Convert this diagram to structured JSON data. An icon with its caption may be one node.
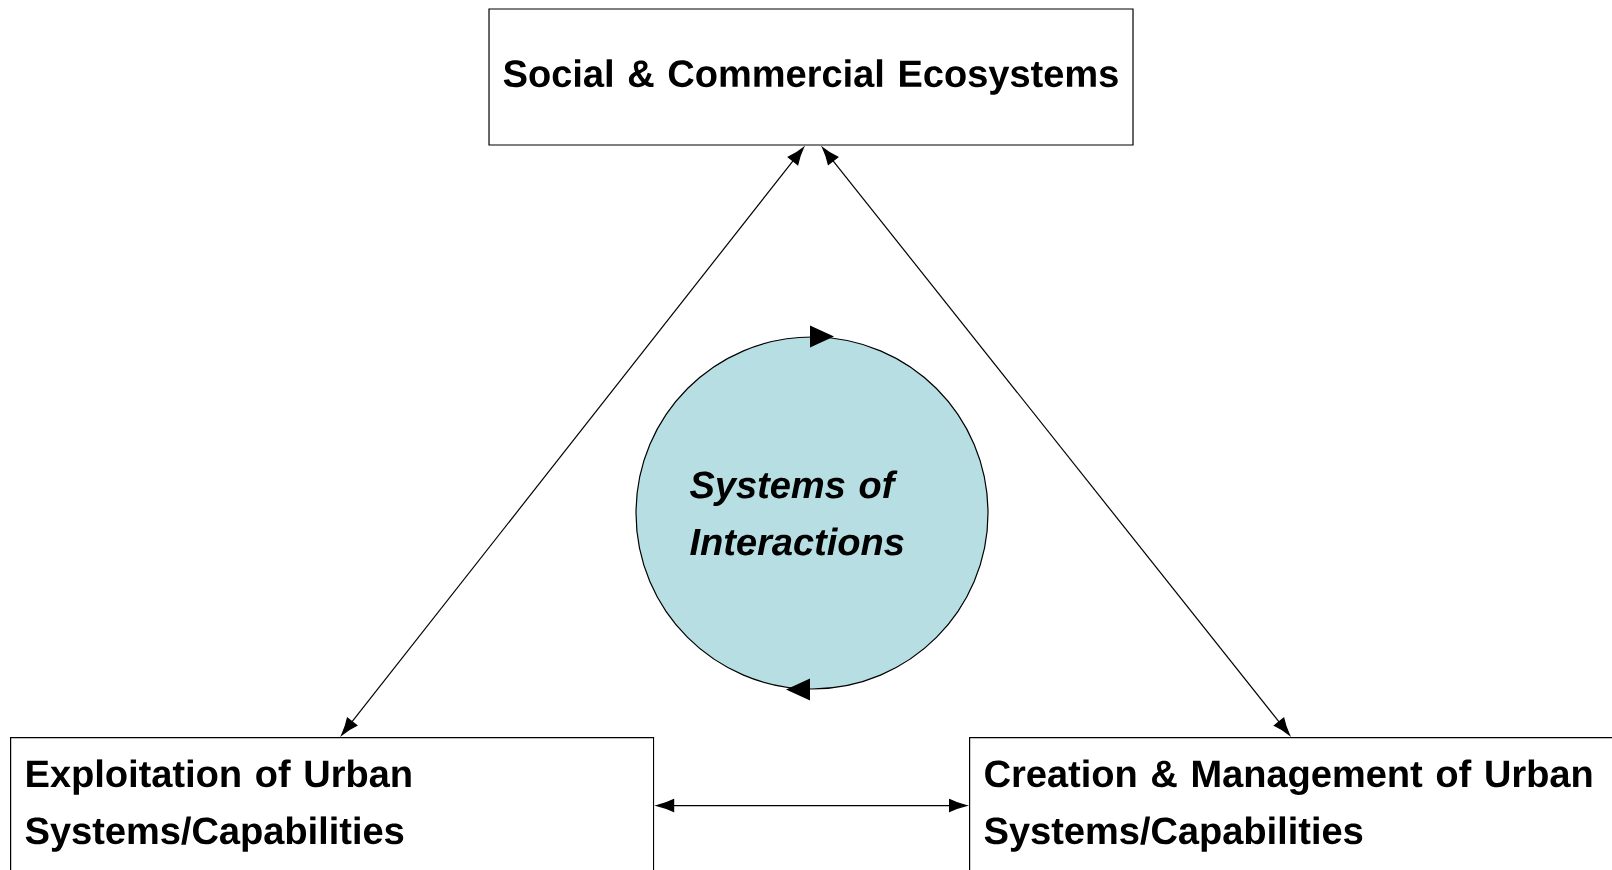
{
  "diagram": {
    "nodes": [
      {
        "text": [
          "Social & Commercial Ecosystems"
        ]
      },
      {
        "text": [
          "Systems of Interactions"
        ]
      },
      {
        "text": [
          "Exploitation of Urban Systems/Capabilities"
        ]
      },
      {
        "text": [
          "Creation & Management of Urban Systems/Capabilities"
        ]
      }
    ],
    "edges": [
      {
        "from": 0,
        "to": 2,
        "arrow": "both"
      },
      {
        "from": 0,
        "to": 3,
        "arrow": "both"
      },
      {
        "from": 2,
        "to": 3,
        "arrow": "both"
      }
    ]
  }
}
